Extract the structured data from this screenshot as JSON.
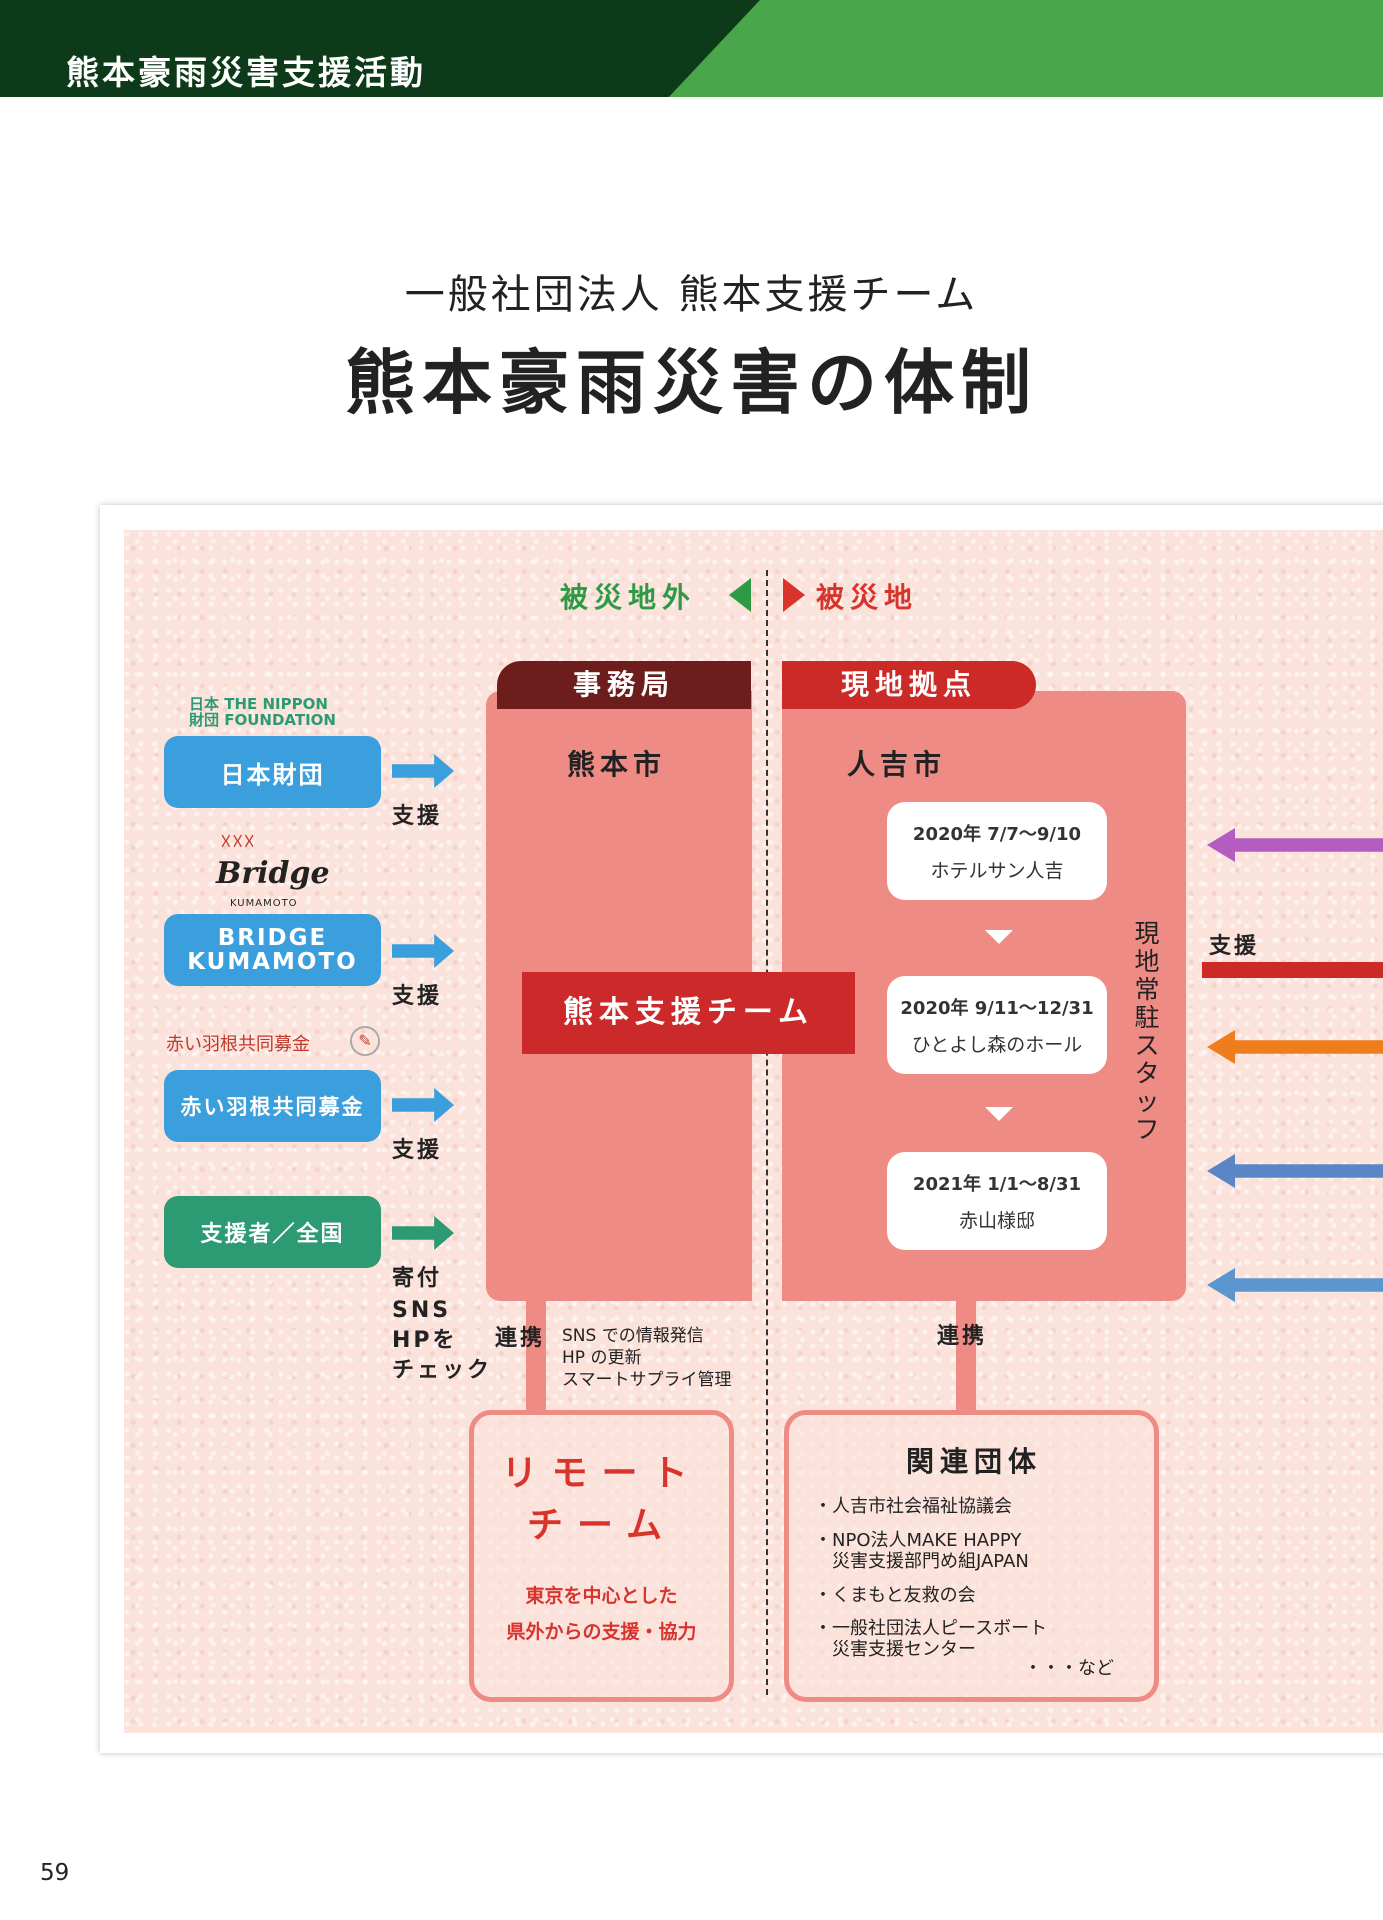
{
  "header": {
    "title": "熊本豪雨災害支援活動"
  },
  "page": {
    "subtitle": "一般社団法人 熊本支援チーム",
    "title": "熊本豪雨災害の体制",
    "page_number": "59"
  },
  "diagram": {
    "section_outside": "被災地外",
    "section_inside": "被災地",
    "office": {
      "tab": "事務局",
      "city": "熊本市"
    },
    "site": {
      "tab": "現地拠点",
      "city": "人吉市"
    },
    "team_label": "熊本支援チーム",
    "resident_staff": "現地常駐スタッフ",
    "locations": [
      {
        "date": "2020年 7/7〜9/10",
        "name": "ホテルサン人吉"
      },
      {
        "date": "2020年 9/11〜12/31",
        "name": "ひとよし森のホール"
      },
      {
        "date": "2021年 1/1〜8/31",
        "name": "赤山様邸"
      }
    ],
    "orgs": [
      {
        "logo": "日本 THE NIPPON",
        "logo2": "財団 FOUNDATION",
        "label": "日本財団",
        "action": "支援",
        "color": "#3a9fdc"
      },
      {
        "logo": "Bridge",
        "logo2": "KUMAMOTO",
        "label": "BRIDGE KUMAMOTO",
        "action": "支援",
        "color": "#3a9fdc"
      },
      {
        "logo": "赤い羽根共同募金",
        "label": "赤い羽根共同募金",
        "action": "支援",
        "color": "#3a9fdc"
      },
      {
        "label": "支援者／全国",
        "action": "寄付",
        "color": "#2c9a73"
      }
    ],
    "public_actions": [
      "SNS",
      "HPを",
      "チェック"
    ],
    "right_support_label": "支援",
    "right_arrow_colors": [
      "#b45cc0",
      "#cc2a27",
      "#ef7d1e",
      "#5b86c6",
      "#5b96cf"
    ],
    "link_label": "連携",
    "remote_link_notes": [
      "SNS での情報発信",
      "HP の更新",
      "スマートサプライ管理"
    ],
    "remote": {
      "title_lines": [
        "リモート",
        "チーム"
      ],
      "sub_lines": [
        "東京を中心とした",
        "県外からの支援・協力"
      ]
    },
    "related": {
      "title": "関連団体",
      "items": [
        [
          "・人吉市社会福祉協議会"
        ],
        [
          "・NPO法人MAKE HAPPY",
          "　災害支援部門め組JAPAN"
        ],
        [
          "・くまもと友救の会"
        ],
        [
          "・一般社団法人ピースボート",
          "　災害支援センター"
        ]
      ],
      "etc": "・・・など"
    }
  }
}
